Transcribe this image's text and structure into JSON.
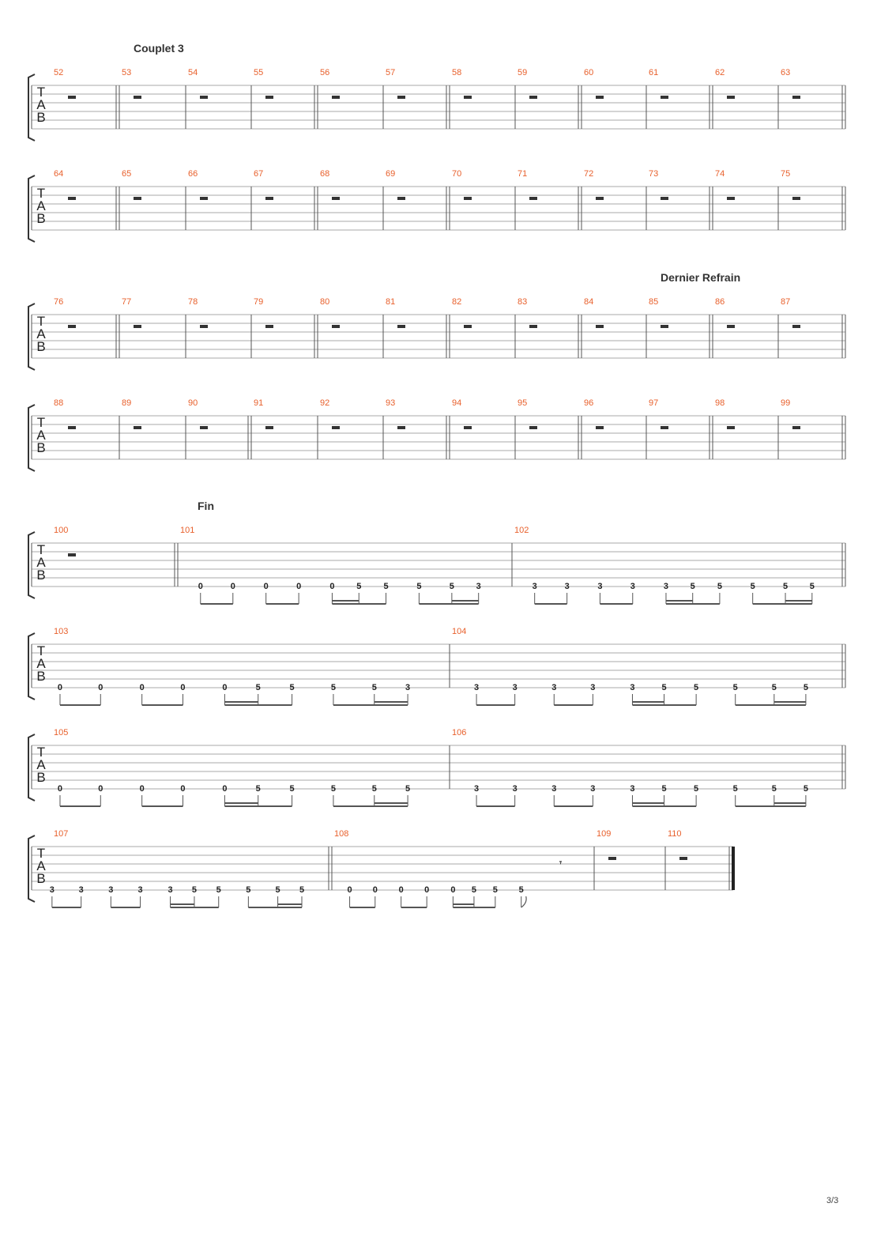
{
  "document": {
    "page_number": "3/3",
    "clef_letters": [
      "T",
      "A",
      "B"
    ],
    "sections": [
      {
        "label": "Couplet 3",
        "measure": 53
      },
      {
        "label": "Dernier Refrain",
        "measure": 85
      },
      {
        "label": "Fin",
        "measure": 101
      }
    ],
    "systems": [
      {
        "measures": [
          52,
          53,
          54,
          55,
          56,
          57,
          58,
          59,
          60,
          61,
          62,
          63
        ],
        "content": "rest"
      },
      {
        "measures": [
          64,
          65,
          66,
          67,
          68,
          69,
          70,
          71,
          72,
          73,
          74,
          75
        ],
        "content": "rest"
      },
      {
        "measures": [
          76,
          77,
          78,
          79,
          80,
          81,
          82,
          83,
          84,
          85,
          86,
          87
        ],
        "content": "rest"
      },
      {
        "measures": [
          88,
          89,
          90,
          91,
          92,
          93,
          94,
          95,
          96,
          97,
          98,
          99
        ],
        "content": "rest"
      },
      {
        "measures": [
          100,
          101,
          102
        ],
        "content": "riff"
      },
      {
        "measures": [
          103,
          104
        ],
        "content": "riff"
      },
      {
        "measures": [
          105,
          106
        ],
        "content": "riff"
      },
      {
        "measures": [
          107,
          108,
          109,
          110
        ],
        "content": "ending"
      }
    ],
    "riffs": {
      "m101": [
        "0",
        "0",
        "0",
        "0",
        "0",
        "5",
        "5",
        "5",
        "5",
        "3"
      ],
      "m102": [
        "3",
        "3",
        "3",
        "3",
        "3",
        "5",
        "5",
        "5",
        "5",
        "5"
      ],
      "m103": [
        "0",
        "0",
        "0",
        "0",
        "0",
        "5",
        "5",
        "5",
        "5",
        "3"
      ],
      "m104": [
        "3",
        "3",
        "3",
        "3",
        "3",
        "5",
        "5",
        "5",
        "5",
        "5"
      ],
      "m105": [
        "0",
        "0",
        "0",
        "0",
        "0",
        "5",
        "5",
        "5",
        "5",
        "5"
      ],
      "m106": [
        "3",
        "3",
        "3",
        "3",
        "3",
        "5",
        "5",
        "5",
        "5",
        "5"
      ],
      "m107": [
        "3",
        "3",
        "3",
        "3",
        "3",
        "5",
        "5",
        "5",
        "5",
        "5"
      ],
      "m108": [
        "0",
        "0",
        "0",
        "0",
        "0",
        "5",
        "5",
        "5"
      ]
    }
  }
}
